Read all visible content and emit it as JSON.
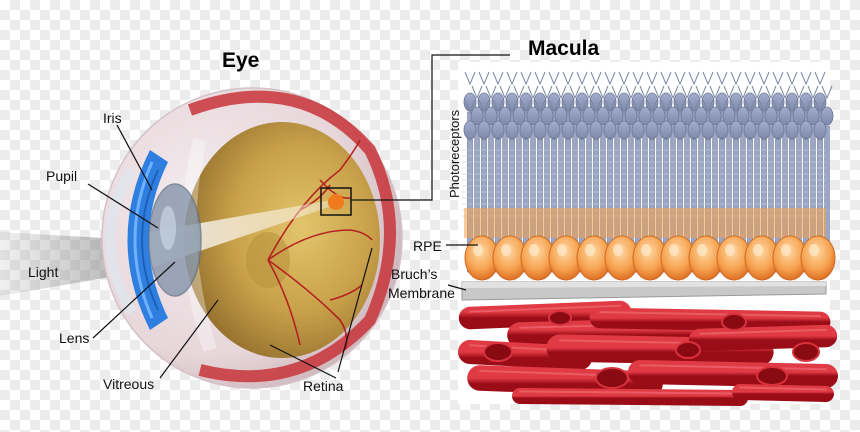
{
  "eye": {
    "title": "Eye",
    "labels": {
      "iris": "Iris",
      "pupil": "Pupil",
      "light": "Light",
      "lens": "Lens",
      "vitreous": "Vitreous",
      "retina": "Retina"
    }
  },
  "macula": {
    "title": "Macula",
    "labels": {
      "photoreceptors": "Photoreceptors",
      "rpe": "RPE",
      "bruchs_line1": "Bruch’s",
      "bruchs_line2": "Membrane"
    }
  },
  "colors": {
    "sclera_red": "#c8343a",
    "fundus": "#c9a24a",
    "iris_blue": "#2f7fe0",
    "photoreceptor": "#8e9ab8",
    "rpe_orange": "#f08a2a",
    "vessel_red": "#c3121e",
    "membrane_gray": "#b8b8b8"
  }
}
